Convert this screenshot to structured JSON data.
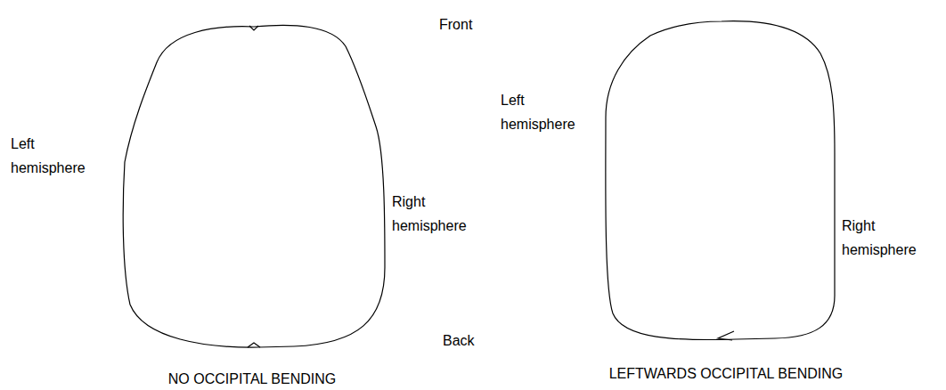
{
  "diagram": {
    "labels": [
      "Front",
      "Left hemisphere",
      "Right hemisphere",
      "Back",
      "NO OCCIPITAL BENDING",
      "Left hemisphere",
      "Right hemisphere",
      "LEFTWARDS OCCIPITAL BENDING"
    ]
  }
}
